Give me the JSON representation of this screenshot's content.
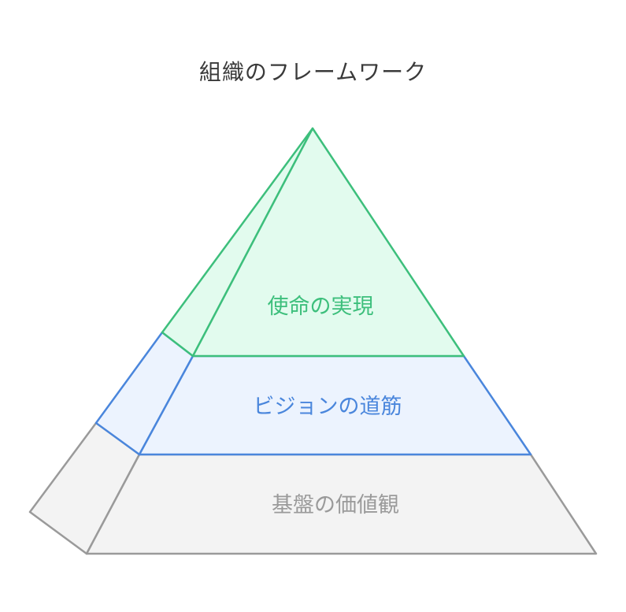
{
  "title": "組織のフレームワーク",
  "colors": {
    "top_stroke": "#3dbf7c",
    "top_fill": "#e2fbee",
    "middle_stroke": "#4a86dc",
    "middle_fill": "#ecf3fe",
    "bottom_stroke": "#9a9a9a",
    "bottom_fill": "#f3f3f3"
  },
  "layers": [
    {
      "id": "top",
      "label": "使命の実現"
    },
    {
      "id": "middle",
      "label": "ビジョンの道筋"
    },
    {
      "id": "bottom",
      "label": "基盤の価値観"
    }
  ]
}
